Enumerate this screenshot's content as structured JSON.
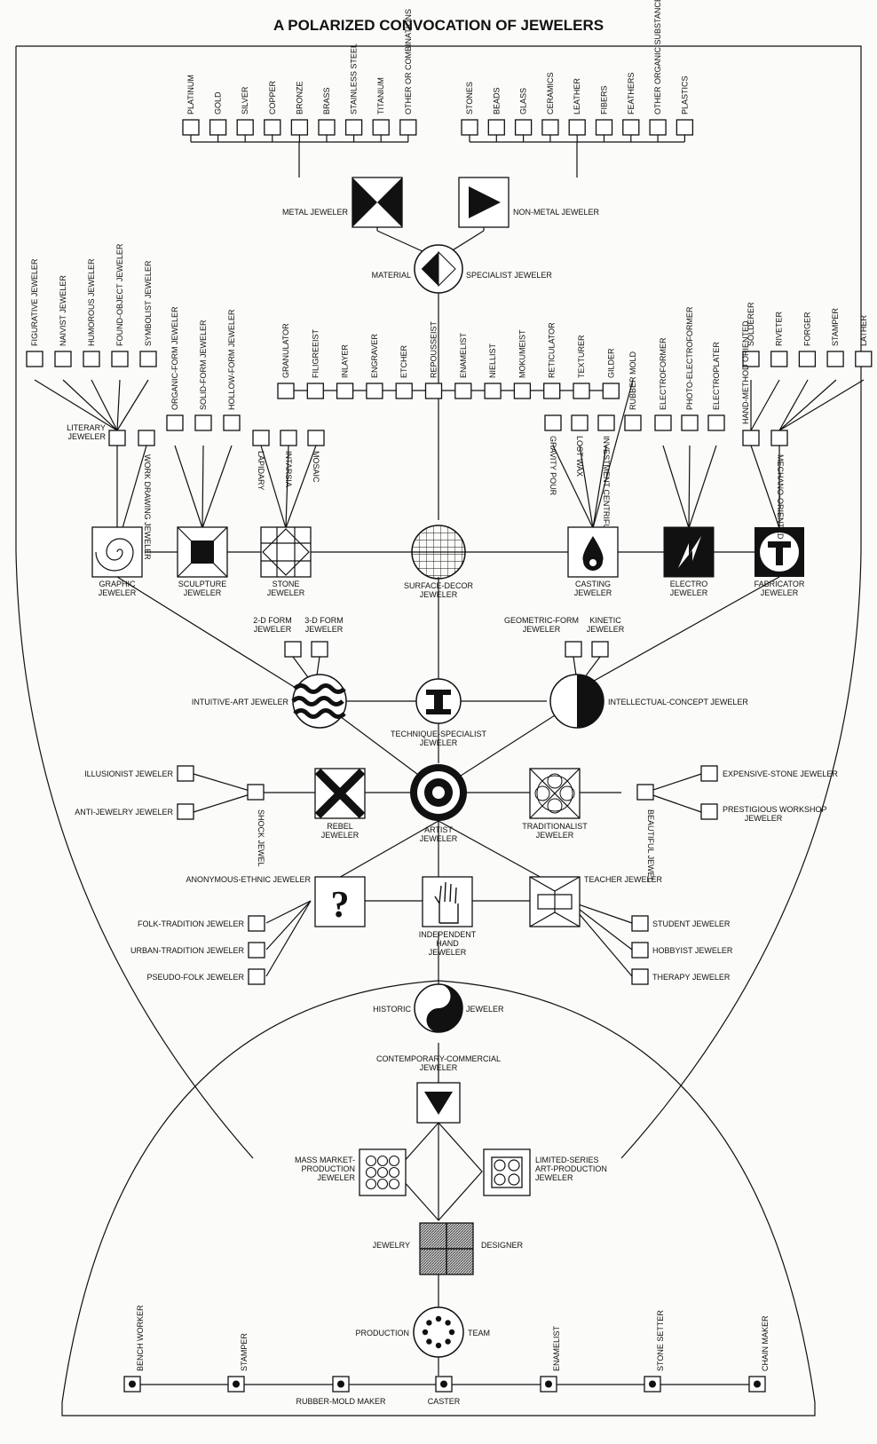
{
  "title": "A POLARIZED CONVOCATION OF JEWELERS",
  "metals": [
    "PLATINUM",
    "GOLD",
    "SILVER",
    "COPPER",
    "BRONZE",
    "BRASS",
    "STAINLESS STEEL",
    "TITANIUM",
    "OTHER OR COMBINATIONS"
  ],
  "non_metals": [
    "STONES",
    "BEADS",
    "GLASS",
    "CERAMICS",
    "LEATHER",
    "FIBERS",
    "FEATHERS",
    "OTHER ORGANIC SUBSTANCES",
    "PLASTICS"
  ],
  "literary_types": [
    "FIGURATIVE JEWELER",
    "NAIVIST JEWELER",
    "HUMOROUS JEWELER",
    "FOUND-OBJECT JEWELER",
    "SYMBOLIST JEWELER"
  ],
  "form_types": [
    "ORGANIC-FORM JEWELER",
    "SOLID-FORM JEWELER",
    "HOLLOW-FORM JEWELER"
  ],
  "surface_types": [
    "GRANULATOR",
    "FILIGREEIST",
    "INLAYER",
    "ENGRAVER",
    "ETCHER",
    "REPOUSSEIST",
    "ENAMELIST",
    "NIELLIST",
    "MOKUMEIST",
    "RETICULATOR",
    "TEXTURER",
    "GILDER"
  ],
  "casting_types": [
    "GRAVITY POUR",
    "LOST WAX",
    "INVESTMENT CENTRIFUGE",
    "RUBBER MOLD"
  ],
  "electro_types": [
    "ELECTROFORMER",
    "PHOTO-ELECTROFORMER",
    "ELECTROPLATER"
  ],
  "fab_types": [
    "SOLDERER",
    "RIVETER",
    "FORGER",
    "STAMPER",
    "LATHER"
  ],
  "stone_types": [
    "LAPIDARY",
    "INTARSIA",
    "MOSAIC"
  ],
  "labels": {
    "metal_jeweler": "METAL JEWELER",
    "nonmetal_jeweler": "NON-METAL JEWELER",
    "material": "MATERIAL",
    "specialist_jeweler": "SPECIALIST JEWELER",
    "literary": "LITERARY",
    "literary2": "JEWELER",
    "work_drawing": "WORK DRAWING JEWELER",
    "graphic": "GRAPHIC",
    "graphic2": "JEWELER",
    "sculpture": "SCULPTURE",
    "sculpture2": "JEWELER",
    "stone": "STONE",
    "stone2": "JEWELER",
    "surface": "SURFACE-DECOR",
    "surface2": "JEWELER",
    "casting": "CASTING",
    "casting2": "JEWELER",
    "electro": "ELECTRO",
    "electro2": "JEWELER",
    "fabricator": "FABRICATOR",
    "fabricator2": "JEWELER",
    "hand_method": "HAND-METHOD ORIENTED",
    "mechano": "MECHANO-ORIENTED",
    "form2d": "2-D FORM",
    "form2d2": "JEWELER",
    "form3d": "3-D FORM",
    "form3d2": "JEWELER",
    "geometric": "GEOMETRIC-FORM",
    "geometric2": "JEWELER",
    "kinetic": "KINETIC",
    "kinetic2": "JEWELER",
    "intuitive": "INTUITIVE-ART JEWELER",
    "intellectual": "INTELLECTUAL-CONCEPT JEWELER",
    "technique": "TECHNIQUE-SPECIALIST",
    "technique2": "JEWELER",
    "illusionist": "ILLUSIONIST JEWELER",
    "anti_jewelry": "ANTI-JEWELRY JEWELER",
    "shock_jewel": "SHOCK JEWEL",
    "rebel": "REBEL",
    "rebel2": "JEWELER",
    "artist": "ARTIST",
    "artist2": "JEWELER",
    "traditionalist": "TRADITIONALIST",
    "traditionalist2": "JEWELER",
    "beautiful_jewel": "BEAUTIFUL JEWEL",
    "expensive_stone": "EXPENSIVE-STONE JEWELER",
    "prestigious": "PRESTIGIOUS WORKSHOP",
    "prestigious2": "JEWELER",
    "anonymous": "ANONYMOUS-ETHNIC JEWELER",
    "folk": "FOLK-TRADITION JEWELER",
    "urban": "URBAN-TRADITION JEWELER",
    "pseudo": "PSEUDO-FOLK JEWELER",
    "independent": "INDEPENDENT",
    "independent2": "HAND",
    "independent3": "JEWELER",
    "teacher": "TEACHER JEWELER",
    "student": "STUDENT JEWELER",
    "hobbyist": "HOBBYIST JEWELER",
    "therapy": "THERAPY JEWELER",
    "historic": "HISTORIC",
    "historic2": "JEWELER",
    "contemporary": "CONTEMPORARY-COMMERCIAL",
    "contemporary2": "JEWELER",
    "mass_market": "MASS MARKET-",
    "mass_market2": "PRODUCTION",
    "mass_market3": "JEWELER",
    "limited": "LIMITED-SERIES",
    "limited2": "ART-PRODUCTION",
    "limited3": "JEWELER",
    "jewelry": "JEWELRY",
    "designer": "DESIGNER",
    "production": "PRODUCTION",
    "team": "TEAM"
  },
  "team_members": [
    "BENCH WORKER",
    "STAMPER",
    "RUBBER-MOLD MAKER",
    "CASTER",
    "ENAMELIST",
    "STONE SETTER",
    "CHAIN MAKER"
  ]
}
